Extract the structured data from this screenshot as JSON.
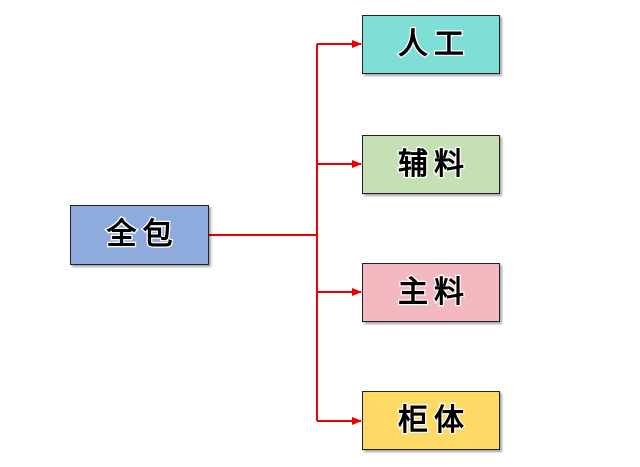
{
  "diagram": {
    "root": {
      "label": "全包",
      "color": "#8faadc"
    },
    "children": [
      {
        "label": "人工",
        "color": "#7fded6"
      },
      {
        "label": "辅料",
        "color": "#c5e0b4"
      },
      {
        "label": "主料",
        "color": "#f4b8c1"
      },
      {
        "label": "柜体",
        "color": "#ffd966"
      }
    ],
    "connector_color": "#ee0000"
  }
}
